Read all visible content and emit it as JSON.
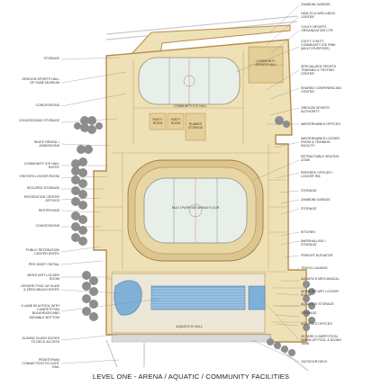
{
  "title": "LEVEL ONE - ARENA / AQUATIC / COMMUNITY FACILITIES",
  "colors": {
    "floor": "#efe1b6",
    "wall": "#b58c4e",
    "ice": "#e8efe8",
    "pool": "#7fb0d8",
    "tree": "#8d8d8d",
    "path": "#c9c9c9"
  },
  "rooms": {
    "sheet_ice": "COMMUNITY ICE HALL",
    "community_sports_hall": "COMMUNITY SPORTS HALL",
    "arena": "MULTI-PURPOSE ARENA FLOOR",
    "aquatics_hall": "AQUATICS HALL",
    "party_1": "PARTY ROOM",
    "party_2": "PARTY ROOM",
    "rubber": "RUBBER STORAGE"
  },
  "labels_right": [
    "ZAMBONI GARAGE",
    "HEALTH & WELLNESS CENTER",
    "YOUTH SPORTS ORGANIZATION CTR.",
    "215 FT. X 85 FT. COMMUNITY ICE RINK (MULTI-PURPOSE)",
    "SPECIALIZED SPORTS TRAINING & TESTING CENTER",
    "SHARED CONFERENCING CENTER",
    "OREGON SPORTS AUTHORITY",
    "WINTERHAWKS OFFICES",
    "WINTERHAWKS LOCKER ROOM & TRAINING FACILITY",
    "RETRACTABLE SEATING ZONE",
    "REFEREE OFFICES / LOCKER RM.",
    "STORAGE",
    "ZAMBONI GARAGE",
    "STORAGE",
    "KITCHEN",
    "MARSHALLING / STORAGE",
    "FREIGHT ELEVATOR",
    "TRUCK LOADING",
    "AQUATICS MECHANICAL",
    "WOMEN'S WET LOCKER ROOM",
    "AQUATICS STORAGE",
    "STORAGE",
    "AQUATICS OFFICES",
    "25 YARD COMPETITION WARM-UP POOL & DIVING TANK",
    "OUTDOOR DECK"
  ],
  "labels_left": [
    "STORAGE",
    "OREGON SPORTS HALL OF FAME MUSEUM",
    "CONCESSIONS",
    "CONCESSIONS STORAGE",
    "SKATE RENTAL / ADMISSIONS",
    "COMMUNITY ICE HALL ENTRY",
    "VISITORS LOCKER ROOM",
    "SECURED STORAGE",
    "RECREATION CENTER OFFICES",
    "RESTROOMS",
    "CONCESSIONS",
    "PUBLIC RECREATION CENTER ENTRY",
    "PRO SHOP / RETAIL",
    "MEN'S WET LOCKER ROOM",
    "LEISURE POOL W/ SLIDE & ZERO BEACH ENTRY",
    "8 LANE 50 M POOL WITH COMPETITION BULKHEADS AND MOVABLE BOTTOM",
    "SLIDING GLASS DOORS TO DECK ACCESS",
    "PEDESTRIAN CONNECTION TO LIGHT RAIL"
  ]
}
